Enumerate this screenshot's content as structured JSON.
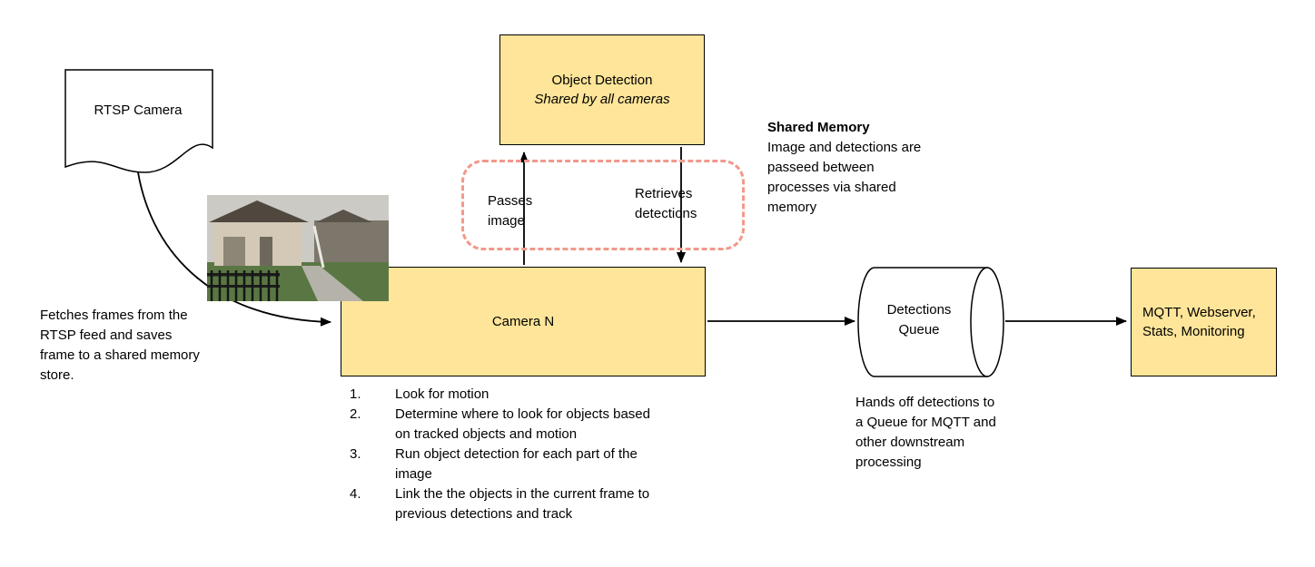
{
  "diagram": {
    "rtsp_camera": {
      "label": "RTSP Camera"
    },
    "fetch_note": "Fetches frames from the RTSP feed and saves frame to a shared memory store.",
    "object_detection": {
      "title": "Object Detection",
      "subtitle": "Shared by all cameras"
    },
    "ipc": {
      "passes_image": "Passes image",
      "retrieves_detections": "Retrieves detections"
    },
    "shared_memory_note": {
      "title": "Shared Memory",
      "body": "Image and detections are passeed between processes via shared memory"
    },
    "camera_n": {
      "label": "Camera N",
      "steps": [
        "Look for motion",
        "Determine where to look for objects based on tracked objects and motion",
        "Run object detection for each part of the image",
        "Link the the objects in the current frame to previous detections and track"
      ]
    },
    "detections_queue": {
      "label": "Detections Queue",
      "note": "Hands off detections to a Queue for MQTT and other downstream processing"
    },
    "outputs": {
      "label": "MQTT, Webserver, Stats, Monitoring"
    },
    "colors": {
      "box_fill": "#FFE599",
      "box_border": "#000000",
      "shared_memory_dashed": "#F0998C",
      "arrow": "#000000"
    }
  }
}
